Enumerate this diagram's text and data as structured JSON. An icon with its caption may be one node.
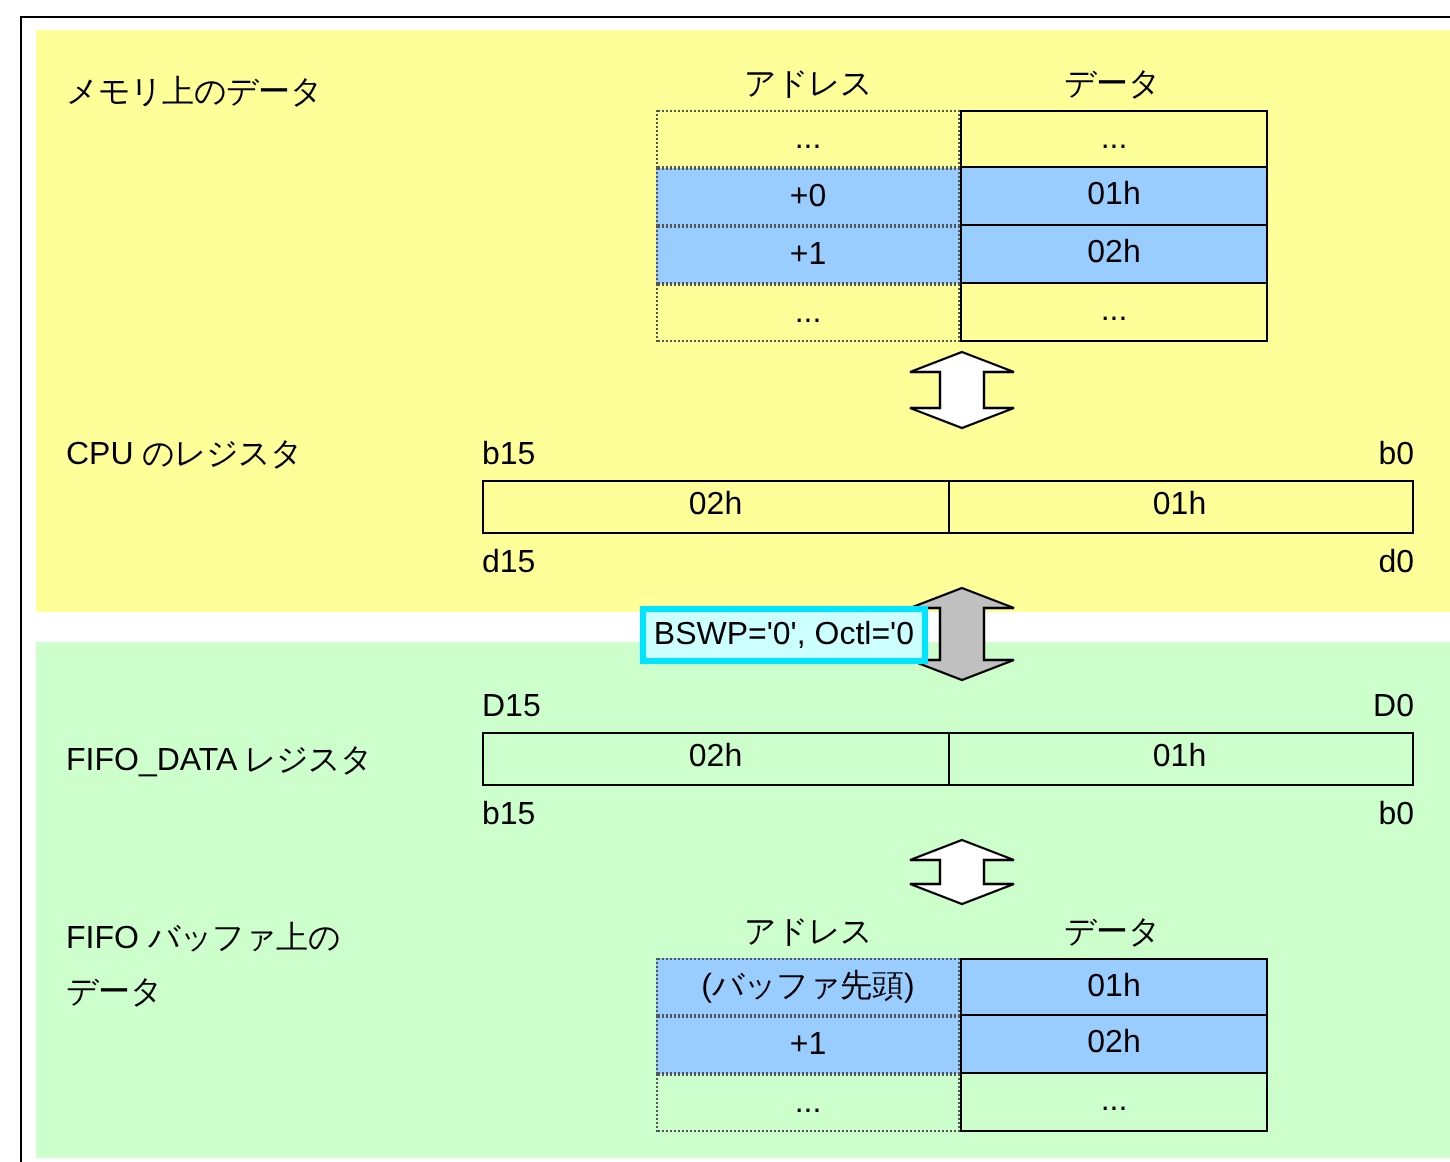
{
  "diagram": {
    "nodes": [
      {
        "text": [
          "アドレス",
          "データ",
          "...",
          "...",
          "+0",
          "01h",
          "+1",
          "02h",
          "...",
          "..."
        ]
      },
      {
        "text": [
          "b15",
          "b0",
          "02h",
          "01h",
          "d15",
          "d0"
        ]
      },
      {
        "text": [
          "D15",
          "D0",
          "02h",
          "01h",
          "b15",
          "b0"
        ]
      },
      {
        "text": [
          "アドレス",
          "データ",
          "(バッファ先頭)",
          "01h",
          "+1",
          "02h",
          "...",
          "..."
        ]
      }
    ],
    "edges": [
      {
        "from": 0,
        "to": 1,
        "arrow": "both"
      },
      {
        "from": 1,
        "to": 2,
        "arrow": "both",
        "label": "BSWP='0', Octl='0",
        "color": "#c0c0c0"
      },
      {
        "from": 2,
        "to": 3,
        "arrow": "both"
      }
    ],
    "labels": [
      "メモリ上のデータ",
      "CPU のレジスタ",
      "FIFO_DATA レジスタ",
      "FIFO バッファ上のデータ"
    ]
  }
}
